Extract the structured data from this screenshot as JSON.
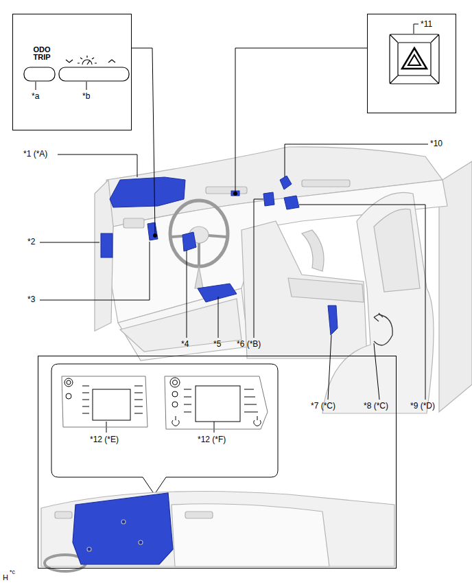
{
  "diagram": {
    "nodes": [
      {
        "text": [
          "ODO TRIP",
          "*a",
          "*b"
        ]
      },
      {
        "text": [
          "*11"
        ]
      },
      {
        "text": [
          "*12 (*E)",
          "*12 (*F)"
        ]
      }
    ],
    "labels": [
      "*1 (*A)",
      "*2",
      "*3",
      "*4",
      "*5",
      "*6 (*B)",
      "*10",
      "*7 (*C)",
      "*8 (*C)",
      "*9 (*D)",
      "H",
      "*c"
    ]
  }
}
